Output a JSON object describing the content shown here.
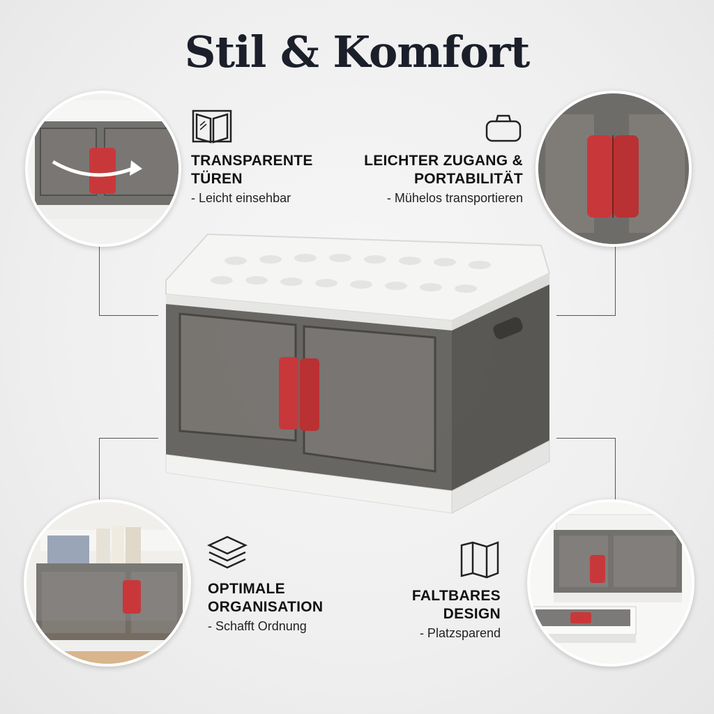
{
  "title": "Stil & Komfort",
  "features": [
    {
      "heading": "TRANSPARENTE\nTÜREN",
      "sub": "- Leicht einsehbar",
      "icon": "glass-door-icon"
    },
    {
      "heading": "LEICHTER ZUGANG &\nPORTABILITÄT",
      "sub": "- Mühelos transportieren",
      "icon": "bag-icon"
    },
    {
      "heading": "OPTIMALE\nORGANISATION",
      "sub": "- Schafft Ordnung",
      "icon": "layers-icon"
    },
    {
      "heading": "FALTBARES\nDESIGN",
      "sub": "- Platzsparend",
      "icon": "folded-map-icon"
    }
  ],
  "colors": {
    "handle_red": "#c8383a",
    "box_smoke": "#5c5a57",
    "box_white": "#f4f4f2",
    "title_navy": "#1b1f2a"
  }
}
